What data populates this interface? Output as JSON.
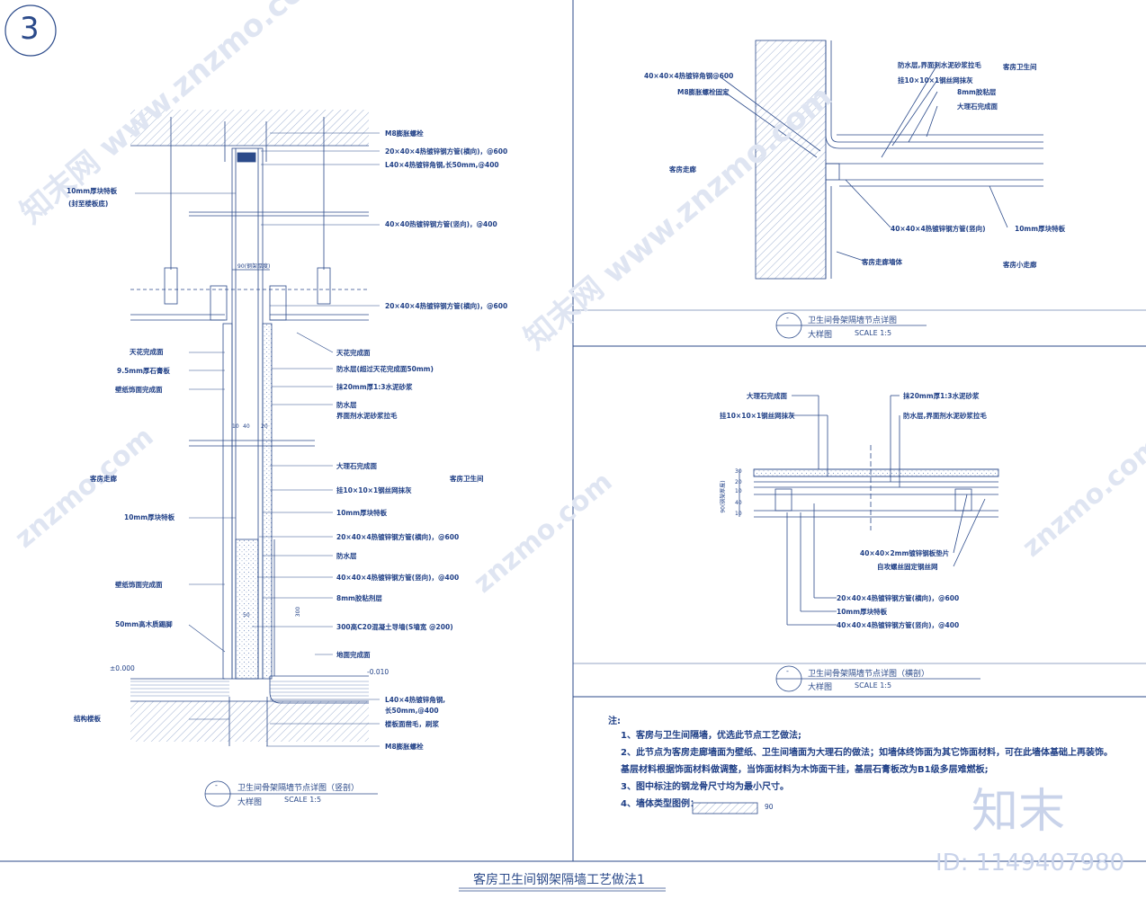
{
  "sheet": {
    "number": "3",
    "title": "客房卫生间钢架隔墙工艺做法1",
    "watermark_id": "ID: 1149407980",
    "watermark_logo": "知末",
    "watermark_site": "znzmo.com",
    "watermark_site_cn": "知末网 www.znzmo.com"
  },
  "drawings": {
    "vertical": {
      "title": "卫生间骨架隔墙节点详图（竖剖）",
      "subtitle": "大样图",
      "scale": "SCALE  1:5",
      "symbol": "-",
      "left_labels": [
        "10mm厚块特板",
        "(封至楼板底)",
        "天花完成面",
        "9.5mm厚石膏板",
        "壁纸饰面完成面",
        "10mm厚块特板",
        "壁纸饰面完成面",
        "50mm高木质踢脚",
        "结构楼板"
      ],
      "right_labels": [
        "M8膨胀螺栓",
        "20×40×4热镀锌钢方管(横向)，@600",
        "L40×4热镀锌角钢,长50mm,@400",
        "40×40热镀锌钢方管(竖向)，@400",
        "20×40×4热镀锌钢方管(横向)，@600",
        "天花完成面",
        "防水层(超过天花完成面50mm)",
        "抹20mm厚1:3水泥砂浆",
        "防水层",
        "界面剂水泥砂浆拉毛",
        "大理石完成面",
        "挂10×10×1钢丝网抹灰",
        "10mm厚块特板",
        "20×40×4热镀锌钢方管(横向)，@600",
        "防水层",
        "40×40×4热镀锌钢方管(竖向)，@400",
        "8mm胶粘剂层",
        "300高C20混凝土导墙(S墙宽 @200)",
        "地面完成面",
        "L40×4热镀锌角钢,",
        "长50mm,@400",
        "楼板面凿毛，刷浆",
        "M8膨胀螺栓"
      ],
      "room_left": "客房走廊",
      "room_right": "客房卫生间",
      "elev_left": "±0.000",
      "elev_right": "-0.010",
      "dims": [
        "90(钢架厚度)",
        "10",
        "40",
        "20",
        "300",
        "50"
      ]
    },
    "plan_top": {
      "title": "卫生间骨架隔墙节点详图",
      "subtitle": "大样图",
      "scale": "SCALE  1:5",
      "symbol": "-",
      "labels": [
        "40×40×4热镀锌角钢@600",
        "M8膨胀螺栓固定",
        "防水层,界面剂水泥砂浆拉毛",
        "挂10×10×1钢丝网抹灰",
        "8mm胶粘层",
        "大理石完成面",
        "40×40×4热镀锌钢方管(竖向)",
        "10mm厚块特板",
        "客房走廊墙体",
        "客房走廊",
        "客房卫生间",
        "客房小走廊"
      ]
    },
    "plan_bottom": {
      "title": "卫生间骨架隔墙节点详图（横剖）",
      "subtitle": "大样图",
      "scale": "SCALE  1:5",
      "symbol": "-",
      "labels": [
        "大理石完成面",
        "挂10×10×1钢丝网抹灰",
        "抹20mm厚1:3水泥砂浆",
        "防水层,界面剂水泥砂浆拉毛",
        "40×40×2mm镀锌钢板垫片",
        "自攻螺丝固定钢丝网",
        "20×40×4热镀锌钢方管(横向)，@600",
        "10mm厚块特板",
        "40×40×4热镀锌钢方管(竖向)，@400"
      ],
      "dims": [
        "30",
        "20",
        "10",
        "40",
        "10",
        "90(钢架厚度)"
      ]
    }
  },
  "notes": {
    "heading": "注:",
    "items": [
      "1、客房与卫生间隔墙，优选此节点工艺做法;",
      "2、此节点为客房走廊墙面为壁纸、卫生间墙面为大理石的做法；如墙体终饰面为其它饰面材料，可在此墙体基础上再装饰。",
      "   基层材料根据饰面材料做调整，当饰面材料为木饰面干挂，基层石膏板改为B1级多层难燃板;",
      "3、图中标注的钢龙骨尺寸均为最小尺寸。",
      "4、墙体类型图例："
    ],
    "legend_dim": "90"
  },
  "colors": {
    "line": "#2b4a8a",
    "text": "#1f3f86",
    "hatch": "#8aa0c8",
    "watermark": "#c9d3ea"
  }
}
